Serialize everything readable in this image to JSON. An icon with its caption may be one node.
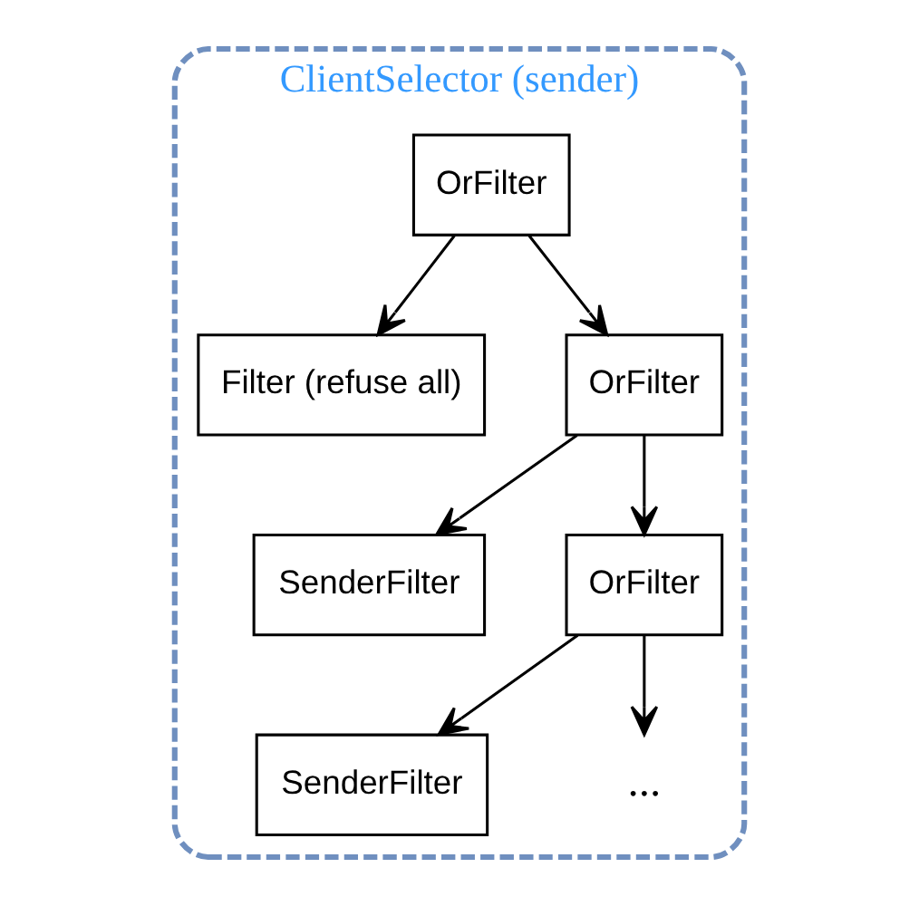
{
  "diagram": {
    "nodes": [
      {
        "text": [
          "ClientSelector (sender)"
        ]
      },
      {
        "text": [
          "OrFilter"
        ],
        "in": 0
      },
      {
        "text": [
          "Filter (refuse all)"
        ],
        "in": 0
      },
      {
        "text": [
          "OrFilter"
        ],
        "in": 0
      },
      {
        "text": [
          "SenderFilter"
        ],
        "in": 0
      },
      {
        "text": [
          "OrFilter"
        ],
        "in": 0
      },
      {
        "text": [
          "SenderFilter"
        ],
        "in": 0
      },
      {
        "text": [
          "..."
        ],
        "in": 0
      }
    ],
    "edges": [
      {
        "from": 1,
        "to": 2,
        "arrow": "to"
      },
      {
        "from": 1,
        "to": 3,
        "arrow": "to"
      },
      {
        "from": 3,
        "to": 4,
        "arrow": "to"
      },
      {
        "from": 3,
        "to": 5,
        "arrow": "to"
      },
      {
        "from": 5,
        "to": 6,
        "arrow": "to"
      },
      {
        "from": 5,
        "to": 7,
        "arrow": "to"
      }
    ]
  }
}
